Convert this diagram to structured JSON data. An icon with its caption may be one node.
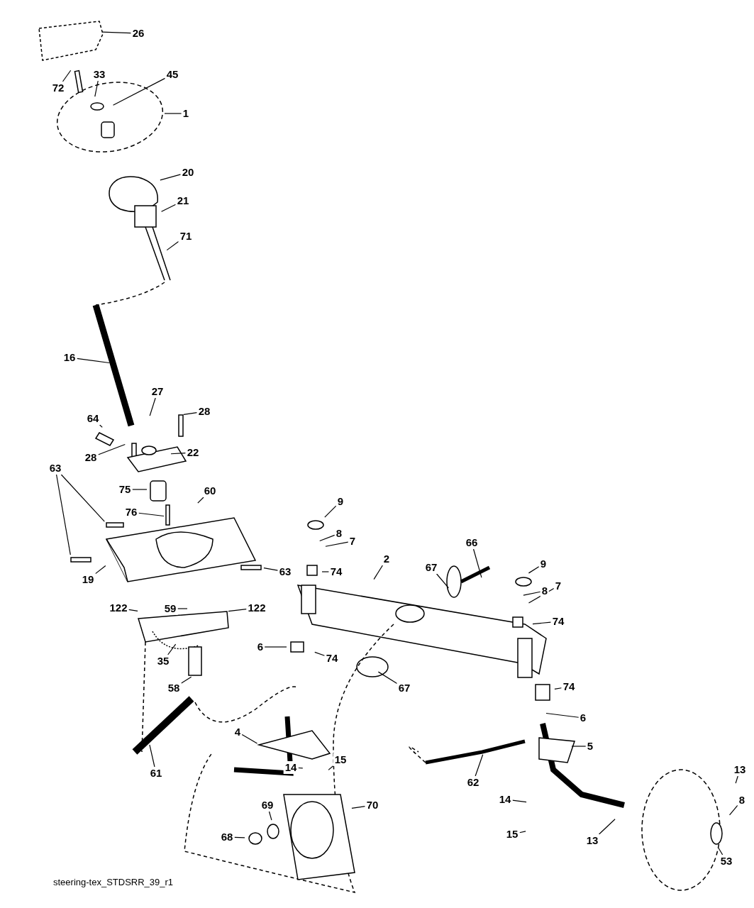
{
  "diagram": {
    "caption": "steering-tex_STDSRR_39_r1",
    "nodes": [
      {
        "text": [
          "26"
        ]
      },
      {
        "text": [
          "33"
        ]
      },
      {
        "text": [
          "45"
        ]
      },
      {
        "text": [
          "72"
        ]
      },
      {
        "text": [
          "1"
        ]
      },
      {
        "text": [
          "20"
        ]
      },
      {
        "text": [
          "21"
        ]
      },
      {
        "text": [
          "71"
        ]
      },
      {
        "text": [
          "16"
        ]
      },
      {
        "text": [
          "27"
        ]
      },
      {
        "text": [
          "28"
        ]
      },
      {
        "text": [
          "64"
        ]
      },
      {
        "text": [
          "28"
        ]
      },
      {
        "text": [
          "22"
        ]
      },
      {
        "text": [
          "63"
        ]
      },
      {
        "text": [
          "75"
        ]
      },
      {
        "text": [
          "60"
        ]
      },
      {
        "text": [
          "76"
        ]
      },
      {
        "text": [
          "9"
        ]
      },
      {
        "text": [
          "8"
        ]
      },
      {
        "text": [
          "7"
        ]
      },
      {
        "text": [
          "66"
        ]
      },
      {
        "text": [
          "74"
        ]
      },
      {
        "text": [
          "67"
        ]
      },
      {
        "text": [
          "2"
        ]
      },
      {
        "text": [
          "9"
        ]
      },
      {
        "text": [
          "8"
        ]
      },
      {
        "text": [
          "7"
        ]
      },
      {
        "text": [
          "19"
        ]
      },
      {
        "text": [
          "63"
        ]
      },
      {
        "text": [
          "122"
        ]
      },
      {
        "text": [
          "59"
        ]
      },
      {
        "text": [
          "122"
        ]
      },
      {
        "text": [
          "74"
        ]
      },
      {
        "text": [
          "6"
        ]
      },
      {
        "text": [
          "74"
        ]
      },
      {
        "text": [
          "35"
        ]
      },
      {
        "text": [
          "67"
        ]
      },
      {
        "text": [
          "74"
        ]
      },
      {
        "text": [
          "58"
        ]
      },
      {
        "text": [
          "6"
        ]
      },
      {
        "text": [
          "4"
        ]
      },
      {
        "text": [
          "5"
        ]
      },
      {
        "text": [
          "61"
        ]
      },
      {
        "text": [
          "14"
        ]
      },
      {
        "text": [
          "15"
        ]
      },
      {
        "text": [
          "62"
        ]
      },
      {
        "text": [
          "13"
        ]
      },
      {
        "text": [
          "8"
        ]
      },
      {
        "text": [
          "14"
        ]
      },
      {
        "text": [
          "70"
        ]
      },
      {
        "text": [
          "69"
        ]
      },
      {
        "text": [
          "13"
        ]
      },
      {
        "text": [
          "15"
        ]
      },
      {
        "text": [
          "68"
        ]
      },
      {
        "text": [
          "53"
        ]
      }
    ],
    "edges": [
      {
        "from": 0,
        "to": null,
        "arrow": "none"
      },
      {
        "from": 1,
        "to": null,
        "arrow": "none"
      },
      {
        "from": 2,
        "to": null,
        "arrow": "none"
      },
      {
        "from": 3,
        "to": null,
        "arrow": "none"
      },
      {
        "from": 4,
        "to": null,
        "arrow": "none"
      },
      {
        "from": 5,
        "to": null,
        "arrow": "none"
      },
      {
        "from": 6,
        "to": null,
        "arrow": "none"
      },
      {
        "from": 7,
        "to": null,
        "arrow": "none"
      },
      {
        "from": 8,
        "to": null,
        "arrow": "none"
      },
      {
        "from": 9,
        "to": null,
        "arrow": "none"
      },
      {
        "from": 10,
        "to": null,
        "arrow": "none"
      },
      {
        "from": 11,
        "to": null,
        "arrow": "none"
      },
      {
        "from": 12,
        "to": null,
        "arrow": "none"
      },
      {
        "from": 13,
        "to": null,
        "arrow": "none"
      },
      {
        "from": 14,
        "to": null,
        "arrow": "none"
      },
      {
        "from": 14,
        "to": null,
        "arrow": "none"
      },
      {
        "from": 15,
        "to": null,
        "arrow": "none"
      },
      {
        "from": 16,
        "to": null,
        "arrow": "none"
      },
      {
        "from": 17,
        "to": null,
        "arrow": "none"
      },
      {
        "from": 18,
        "to": null,
        "arrow": "none"
      },
      {
        "from": 19,
        "to": null,
        "arrow": "none"
      },
      {
        "from": 20,
        "to": null,
        "arrow": "none"
      },
      {
        "from": 21,
        "to": null,
        "arrow": "none"
      },
      {
        "from": 22,
        "to": null,
        "arrow": "none"
      },
      {
        "from": 23,
        "to": null,
        "arrow": "none"
      },
      {
        "from": 24,
        "to": null,
        "arrow": "none"
      },
      {
        "from": 25,
        "to": null,
        "arrow": "none"
      },
      {
        "from": 26,
        "to": null,
        "arrow": "none"
      },
      {
        "from": 27,
        "to": null,
        "arrow": "none"
      },
      {
        "from": 28,
        "to": null,
        "arrow": "none"
      },
      {
        "from": 29,
        "to": null,
        "arrow": "none"
      },
      {
        "from": 30,
        "to": null,
        "arrow": "none"
      },
      {
        "from": 31,
        "to": null,
        "arrow": "none"
      },
      {
        "from": 32,
        "to": null,
        "arrow": "none"
      },
      {
        "from": 33,
        "to": null,
        "arrow": "none"
      },
      {
        "from": 34,
        "to": null,
        "arrow": "none"
      },
      {
        "from": 35,
        "to": null,
        "arrow": "none"
      },
      {
        "from": 36,
        "to": null,
        "arrow": "none"
      },
      {
        "from": 37,
        "to": null,
        "arrow": "none"
      },
      {
        "from": 38,
        "to": null,
        "arrow": "none"
      },
      {
        "from": 39,
        "to": null,
        "arrow": "none"
      },
      {
        "from": 40,
        "to": null,
        "arrow": "none"
      },
      {
        "from": 41,
        "to": null,
        "arrow": "none"
      },
      {
        "from": 42,
        "to": null,
        "arrow": "none"
      },
      {
        "from": 43,
        "to": null,
        "arrow": "none"
      },
      {
        "from": 44,
        "to": null,
        "arrow": "none"
      },
      {
        "from": 45,
        "to": null,
        "arrow": "none"
      },
      {
        "from": 46,
        "to": null,
        "arrow": "none"
      },
      {
        "from": 47,
        "to": null,
        "arrow": "none"
      },
      {
        "from": 48,
        "to": null,
        "arrow": "none"
      },
      {
        "from": 49,
        "to": null,
        "arrow": "none"
      },
      {
        "from": 50,
        "to": null,
        "arrow": "none"
      },
      {
        "from": 51,
        "to": null,
        "arrow": "none"
      },
      {
        "from": 52,
        "to": null,
        "arrow": "none"
      },
      {
        "from": 53,
        "to": null,
        "arrow": "none"
      },
      {
        "from": 54,
        "to": null,
        "arrow": "none"
      },
      {
        "from": 55,
        "to": null,
        "arrow": "none"
      }
    ]
  }
}
